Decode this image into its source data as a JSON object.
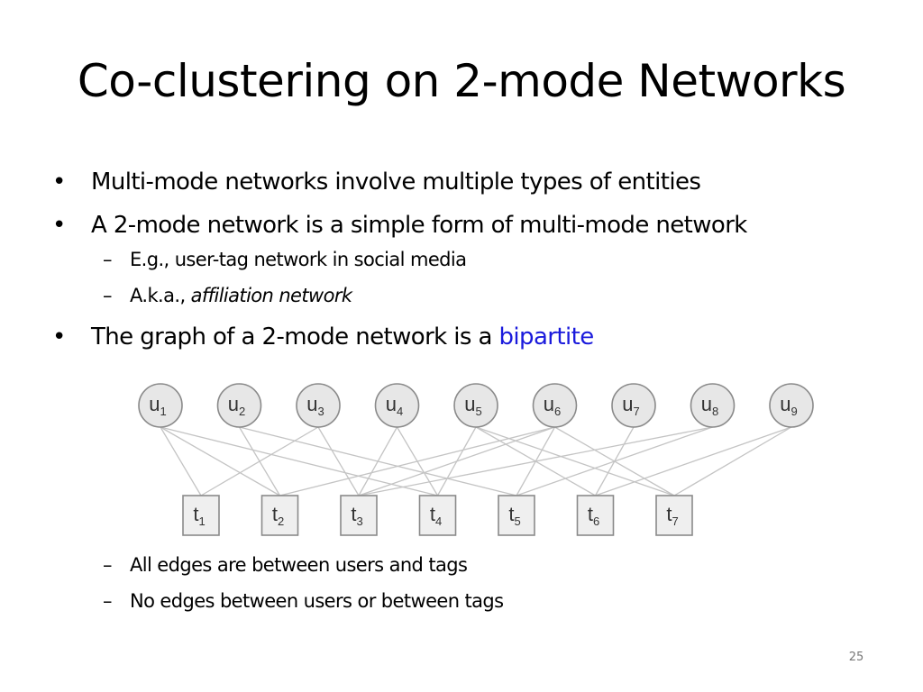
{
  "slide": {
    "title": "Co-clustering on 2-mode Networks",
    "page_number": "25"
  },
  "bullets": {
    "b1": "Multi-mode networks involve multiple types of entities",
    "b2": "A 2-mode network is a simple form of multi-mode network",
    "b2_sub1": "E.g., user-tag network in social media",
    "b2_sub2_prefix": "A.k.a., ",
    "b2_sub2_italic": "affiliation network",
    "b3_prefix": "The graph of a 2-mode network is a ",
    "b3_accent": "bipartite",
    "b3_sub1": "All edges are between users and tags",
    "b3_sub2": "No edges between users or between tags",
    "bullet_glyph": "•",
    "dash_glyph": "–"
  },
  "colors": {
    "accent": "#1a1adc",
    "node_fill": "#e7e7e7",
    "node_stroke": "#8a8a8a",
    "edge": "#c4c4c4"
  },
  "diagram": {
    "users": [
      {
        "base": "u",
        "sub": "1"
      },
      {
        "base": "u",
        "sub": "2"
      },
      {
        "base": "u",
        "sub": "3"
      },
      {
        "base": "u",
        "sub": "4"
      },
      {
        "base": "u",
        "sub": "5"
      },
      {
        "base": "u",
        "sub": "6"
      },
      {
        "base": "u",
        "sub": "7"
      },
      {
        "base": "u",
        "sub": "8"
      },
      {
        "base": "u",
        "sub": "9"
      }
    ],
    "tags": [
      {
        "base": "t",
        "sub": "1"
      },
      {
        "base": "t",
        "sub": "2"
      },
      {
        "base": "t",
        "sub": "3"
      },
      {
        "base": "t",
        "sub": "4"
      },
      {
        "base": "t",
        "sub": "5"
      },
      {
        "base": "t",
        "sub": "6"
      },
      {
        "base": "t",
        "sub": "7"
      }
    ],
    "edges": [
      [
        "u1",
        "t1"
      ],
      [
        "u1",
        "t2"
      ],
      [
        "u1",
        "t4"
      ],
      [
        "u2",
        "t2"
      ],
      [
        "u2",
        "t5"
      ],
      [
        "u3",
        "t1"
      ],
      [
        "u3",
        "t3"
      ],
      [
        "u4",
        "t3"
      ],
      [
        "u4",
        "t4"
      ],
      [
        "u5",
        "t4"
      ],
      [
        "u5",
        "t6"
      ],
      [
        "u5",
        "t7"
      ],
      [
        "u6",
        "t2"
      ],
      [
        "u6",
        "t3"
      ],
      [
        "u6",
        "t5"
      ],
      [
        "u6",
        "t7"
      ],
      [
        "u7",
        "t6"
      ],
      [
        "u8",
        "t3"
      ],
      [
        "u8",
        "t5"
      ],
      [
        "u9",
        "t6"
      ],
      [
        "u9",
        "t7"
      ]
    ]
  }
}
